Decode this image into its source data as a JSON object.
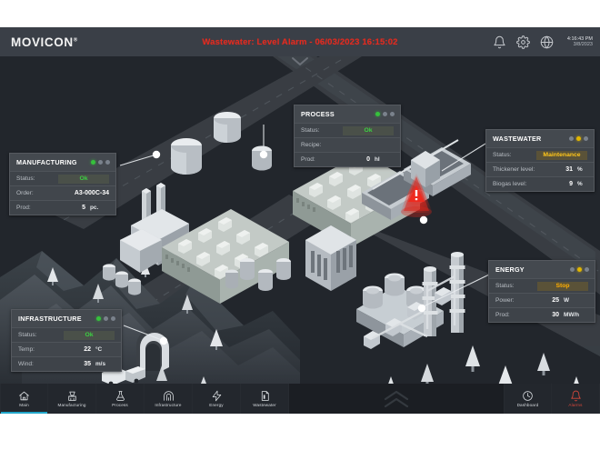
{
  "header": {
    "logo": "MOVICON",
    "logo_tm": "®",
    "alarm_text": "Wastewater: Level Alarm - 06/03/2023 16:15:02",
    "alarm_color": "#e02b20",
    "icons": [
      {
        "name": "bell-icon",
        "label": "Alarms notifications"
      },
      {
        "name": "gear-icon",
        "label": "Settings"
      },
      {
        "name": "globe-icon",
        "label": "Language"
      }
    ],
    "time": "4:16:43 PM",
    "date": "3/8/2023"
  },
  "panels": [
    {
      "id": "manufacturing",
      "title": "MANUFACTURING",
      "leds": [
        "green",
        "off",
        "off"
      ],
      "rows": [
        {
          "label": "Status:",
          "value": "Ok",
          "unit": "",
          "type": "status",
          "state": "ok"
        },
        {
          "label": "Order:",
          "value": "A3-000C-34",
          "unit": "",
          "type": "text"
        },
        {
          "label": "Prod:",
          "value": "5",
          "unit": "pc.",
          "type": "number"
        }
      ]
    },
    {
      "id": "process",
      "title": "PROCESS",
      "leds": [
        "green",
        "off",
        "off"
      ],
      "rows": [
        {
          "label": "Status:",
          "value": "Ok",
          "unit": "",
          "type": "status",
          "state": "ok"
        },
        {
          "label": "Recipe:",
          "value": "",
          "unit": "",
          "type": "text"
        },
        {
          "label": "Prod:",
          "value": "0",
          "unit": "hl",
          "type": "number"
        }
      ]
    },
    {
      "id": "wastewater",
      "title": "WASTEWATER",
      "leds": [
        "off",
        "yellow",
        "off"
      ],
      "rows": [
        {
          "label": "Status:",
          "value": "Maintenance",
          "unit": "",
          "type": "status",
          "state": "warn"
        },
        {
          "label": "Thickener level:",
          "value": "31",
          "unit": "%",
          "type": "number"
        },
        {
          "label": "Biogas level:",
          "value": "9",
          "unit": "%",
          "type": "number"
        }
      ]
    },
    {
      "id": "energy",
      "title": "ENERGY",
      "leds": [
        "off",
        "yellow",
        "off"
      ],
      "rows": [
        {
          "label": "Status:",
          "value": "Stop",
          "unit": "",
          "type": "status",
          "state": "stop"
        },
        {
          "label": "Power:",
          "value": "25",
          "unit": "W",
          "type": "number"
        },
        {
          "label": "Prod:",
          "value": "30",
          "unit": "MW/h",
          "type": "number"
        }
      ]
    },
    {
      "id": "infrastructure",
      "title": "INFRASTRUCTURE",
      "leds": [
        "green",
        "off",
        "off"
      ],
      "rows": [
        {
          "label": "Status:",
          "value": "Ok",
          "unit": "",
          "type": "status",
          "state": "ok"
        },
        {
          "label": "Temp:",
          "value": "22",
          "unit": "°C",
          "type": "number"
        },
        {
          "label": "Wind:",
          "value": "35",
          "unit": "m/s",
          "type": "number"
        }
      ]
    }
  ],
  "bottom_nav": {
    "left_items": [
      {
        "id": "main",
        "label": "Main",
        "icon": "home-icon",
        "active": true
      },
      {
        "id": "manufacturing",
        "label": "Manufacturing",
        "icon": "factory-icon",
        "active": false
      },
      {
        "id": "process",
        "label": "Process",
        "icon": "flask-icon",
        "active": false
      },
      {
        "id": "infrastructure",
        "label": "Infrastructure",
        "icon": "tunnel-icon",
        "active": false
      },
      {
        "id": "energy",
        "label": "Energy",
        "icon": "bolt-icon",
        "active": false
      },
      {
        "id": "wastewater",
        "label": "Wastewater",
        "icon": "tank-icon",
        "active": false
      }
    ],
    "center_icon": "double-chevron-up-icon",
    "right_items": [
      {
        "id": "dashboard",
        "label": "Dashboard",
        "icon": "clock-icon",
        "alarm": false
      },
      {
        "id": "alarms",
        "label": "Alarms",
        "icon": "bell-icon",
        "alarm": true
      }
    ],
    "active_color": "#21a5c9",
    "alarm_color": "#d8483c"
  },
  "scene": {
    "name": "isometric-industrial-plant",
    "background": "#22262c",
    "alarm_marker_color": "#d9241b"
  }
}
